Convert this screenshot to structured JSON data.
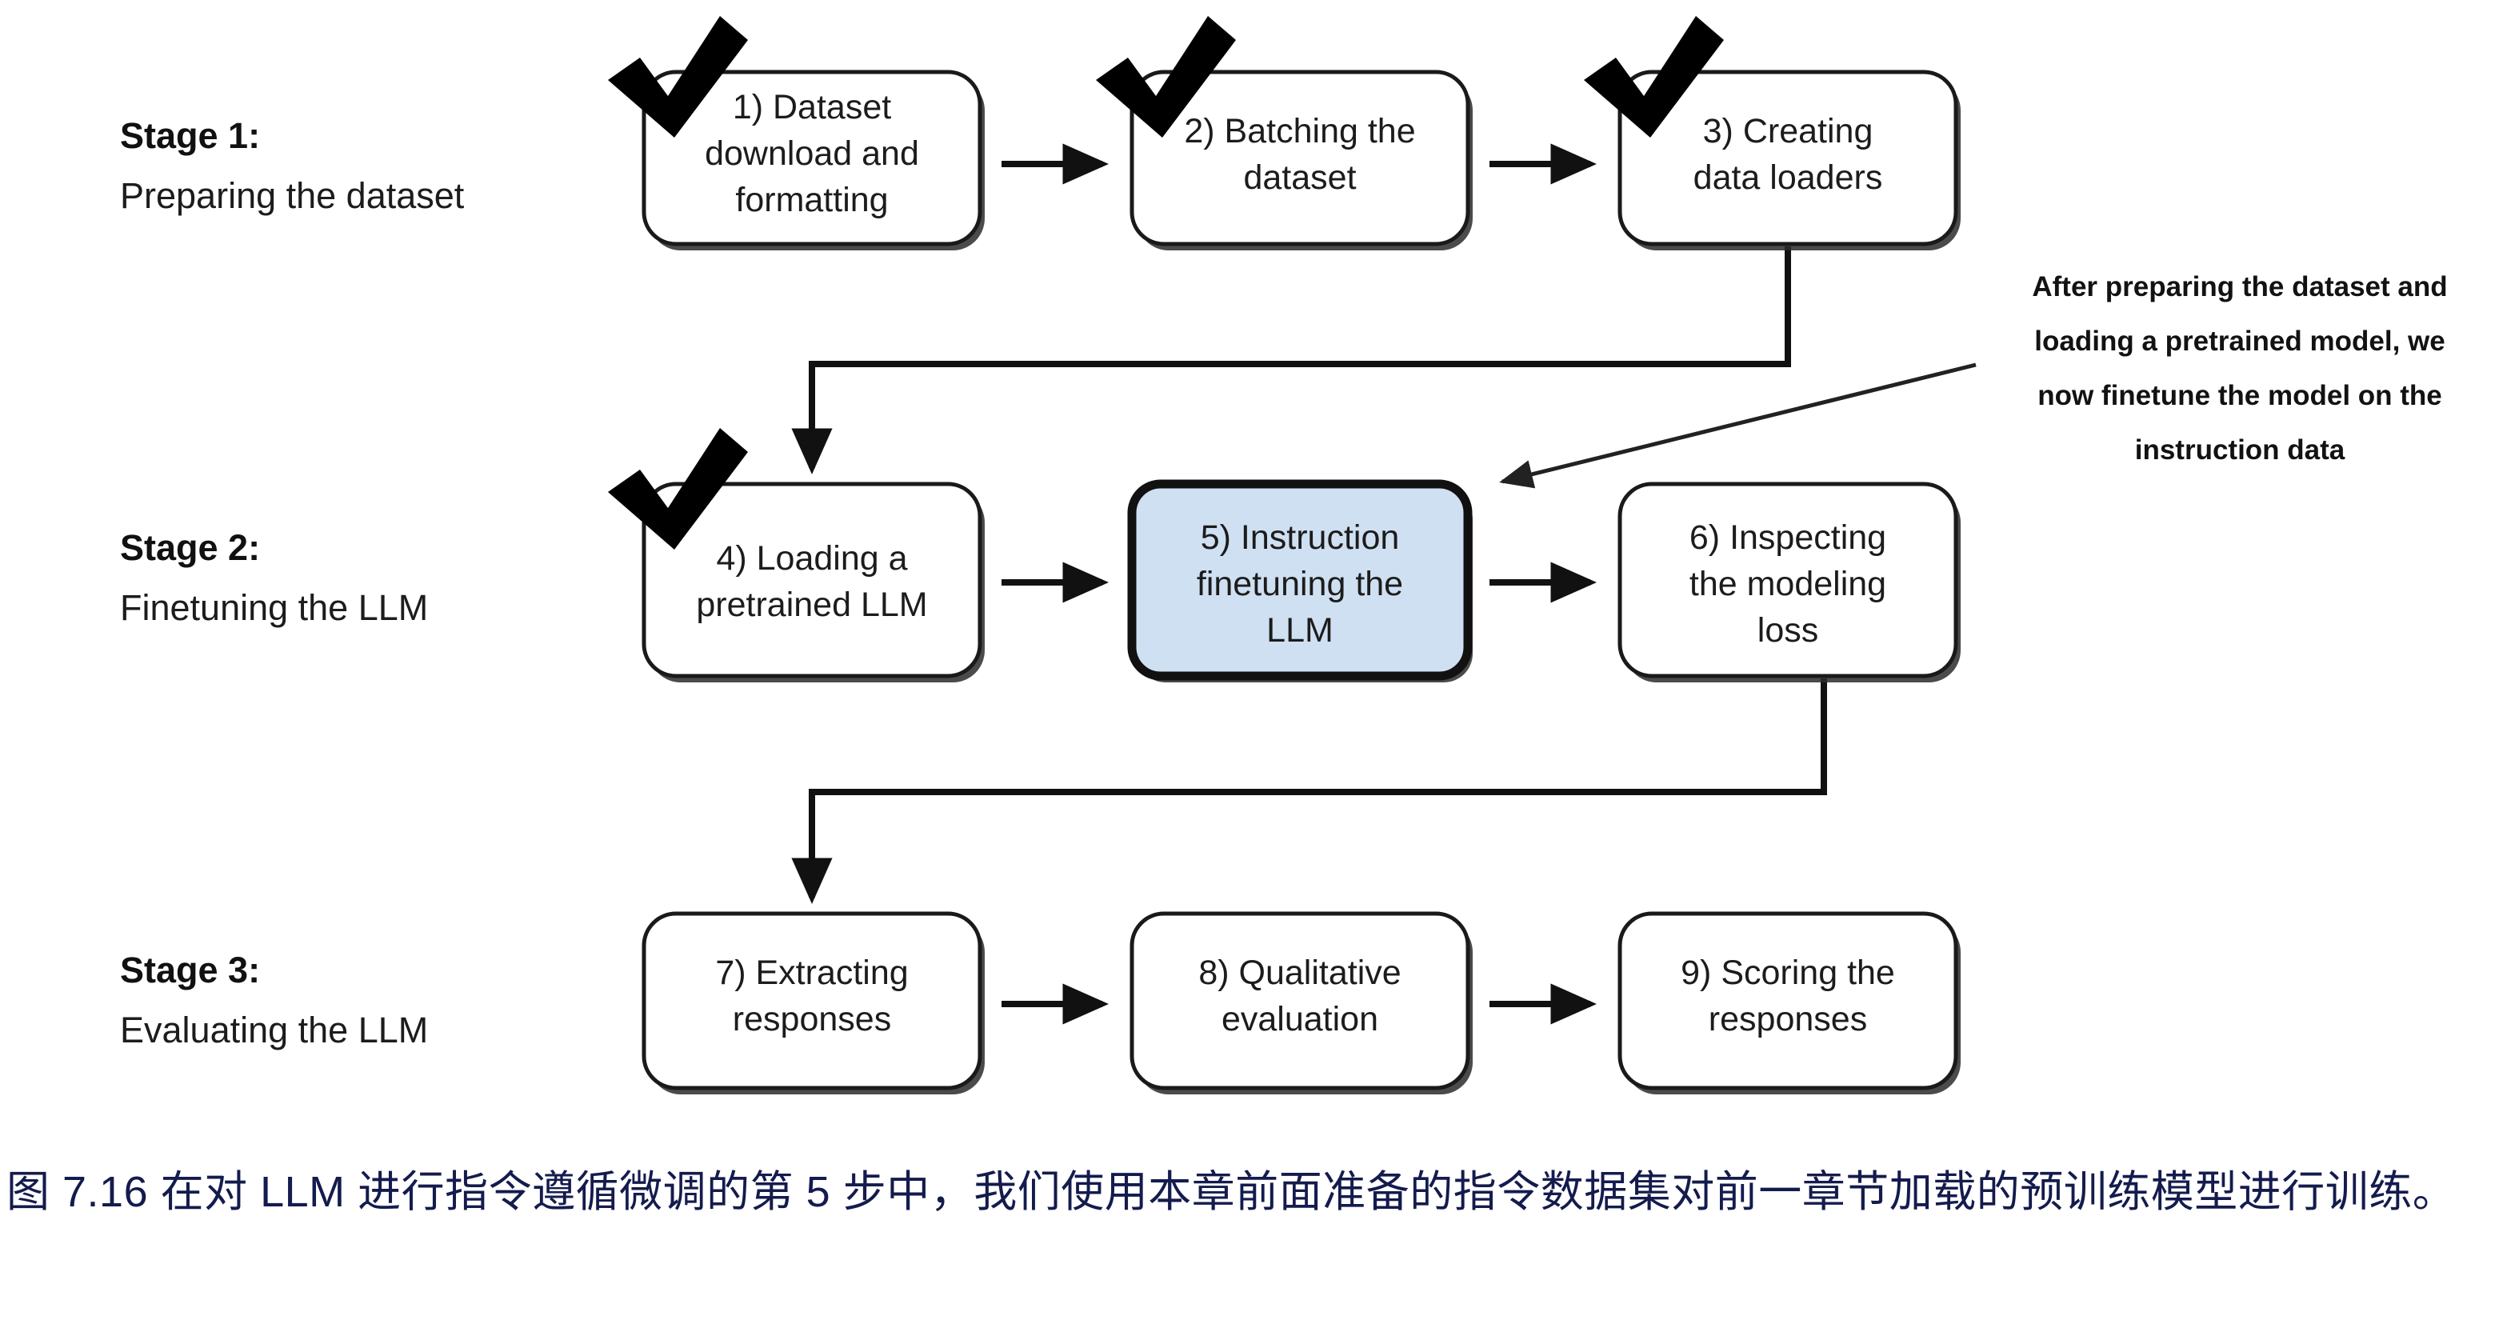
{
  "figure": {
    "caption": "图 7.16 在对 LLM 进行指令遵循微调的第 5 步中，我们使用本章前面准备的指令数据集对前一章节加载的预训练模型进行训练。",
    "caption_color": "#141b4d",
    "highlight_color": "#cfe0f2",
    "box_border_color": "#1a1a1a",
    "line_color": "#111111"
  },
  "stages": [
    {
      "title": "Stage 1:",
      "subtitle": "Preparing the dataset"
    },
    {
      "title": "Stage 2:",
      "subtitle": "Finetuning the LLM"
    },
    {
      "title": "Stage 3:",
      "subtitle": "Evaluating the LLM"
    }
  ],
  "steps": [
    {
      "id": 1,
      "lines": [
        "1) Dataset",
        "download and",
        "formatting"
      ],
      "checked": true,
      "highlighted": false
    },
    {
      "id": 2,
      "lines": [
        "2) Batching the",
        "dataset"
      ],
      "checked": true,
      "highlighted": false
    },
    {
      "id": 3,
      "lines": [
        "3) Creating",
        "data loaders"
      ],
      "checked": true,
      "highlighted": false
    },
    {
      "id": 4,
      "lines": [
        "4) Loading a",
        "pretrained LLM"
      ],
      "checked": true,
      "highlighted": false
    },
    {
      "id": 5,
      "lines": [
        "5) Instruction",
        "finetuning the",
        "LLM"
      ],
      "checked": false,
      "highlighted": true
    },
    {
      "id": 6,
      "lines": [
        "6) Inspecting",
        "the modeling",
        "loss"
      ],
      "checked": false,
      "highlighted": false
    },
    {
      "id": 7,
      "lines": [
        "7) Extracting",
        "responses"
      ],
      "checked": false,
      "highlighted": false
    },
    {
      "id": 8,
      "lines": [
        "8) Qualitative",
        "evaluation"
      ],
      "checked": false,
      "highlighted": false
    },
    {
      "id": 9,
      "lines": [
        "9) Scoring the",
        "responses"
      ],
      "checked": false,
      "highlighted": false
    }
  ],
  "annotation": {
    "lines": [
      "After preparing the dataset and",
      "loading a pretrained model, we",
      "now finetune the model on the",
      "instruction data"
    ]
  }
}
